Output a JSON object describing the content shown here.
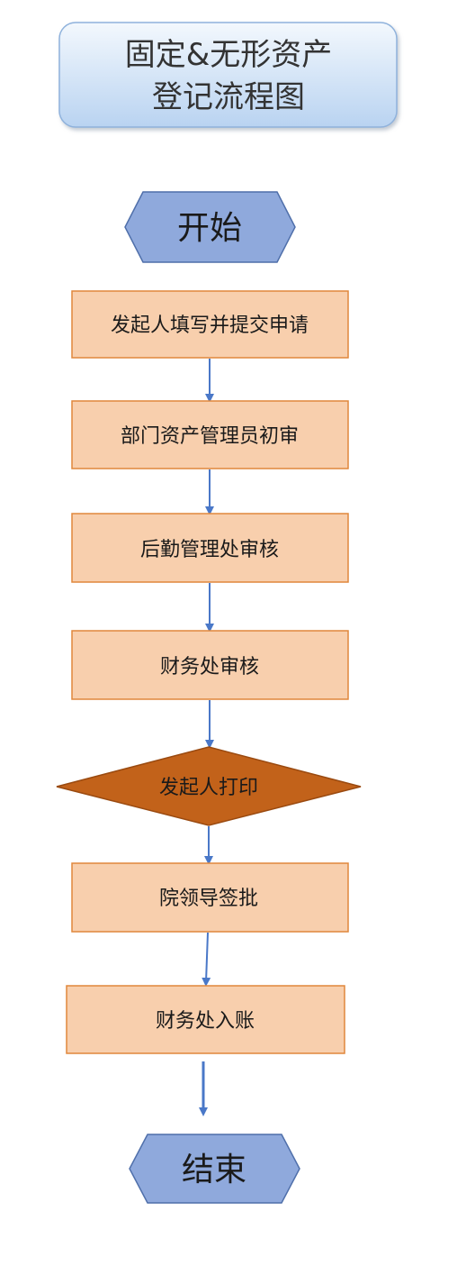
{
  "title": {
    "line1": "固定&无形资产",
    "line2": "登记流程图"
  },
  "start": {
    "label": "开始"
  },
  "steps": [
    {
      "label": "发起人填写并提交申请"
    },
    {
      "label": "部门资产管理员初审"
    },
    {
      "label": "后勤管理处审核"
    },
    {
      "label": "财务处审核"
    }
  ],
  "decision": {
    "label": "发起人打印"
  },
  "steps_after": [
    {
      "label": "院领导签批"
    },
    {
      "label": "财务处入账"
    }
  ],
  "end": {
    "label": "结束"
  },
  "colors": {
    "title_fill_top": "#f3f8fd",
    "title_fill_bottom": "#b9d3f1",
    "title_stroke": "#8fb2dc",
    "terminal_fill": "#8fa9dc",
    "terminal_stroke": "#4f6faa",
    "step_fill": "#f8cfad",
    "step_stroke": "#e0873c",
    "decision_fill": "#c2621a",
    "decision_stroke": "#9a4a10",
    "arrow": "#4a78c8"
  }
}
